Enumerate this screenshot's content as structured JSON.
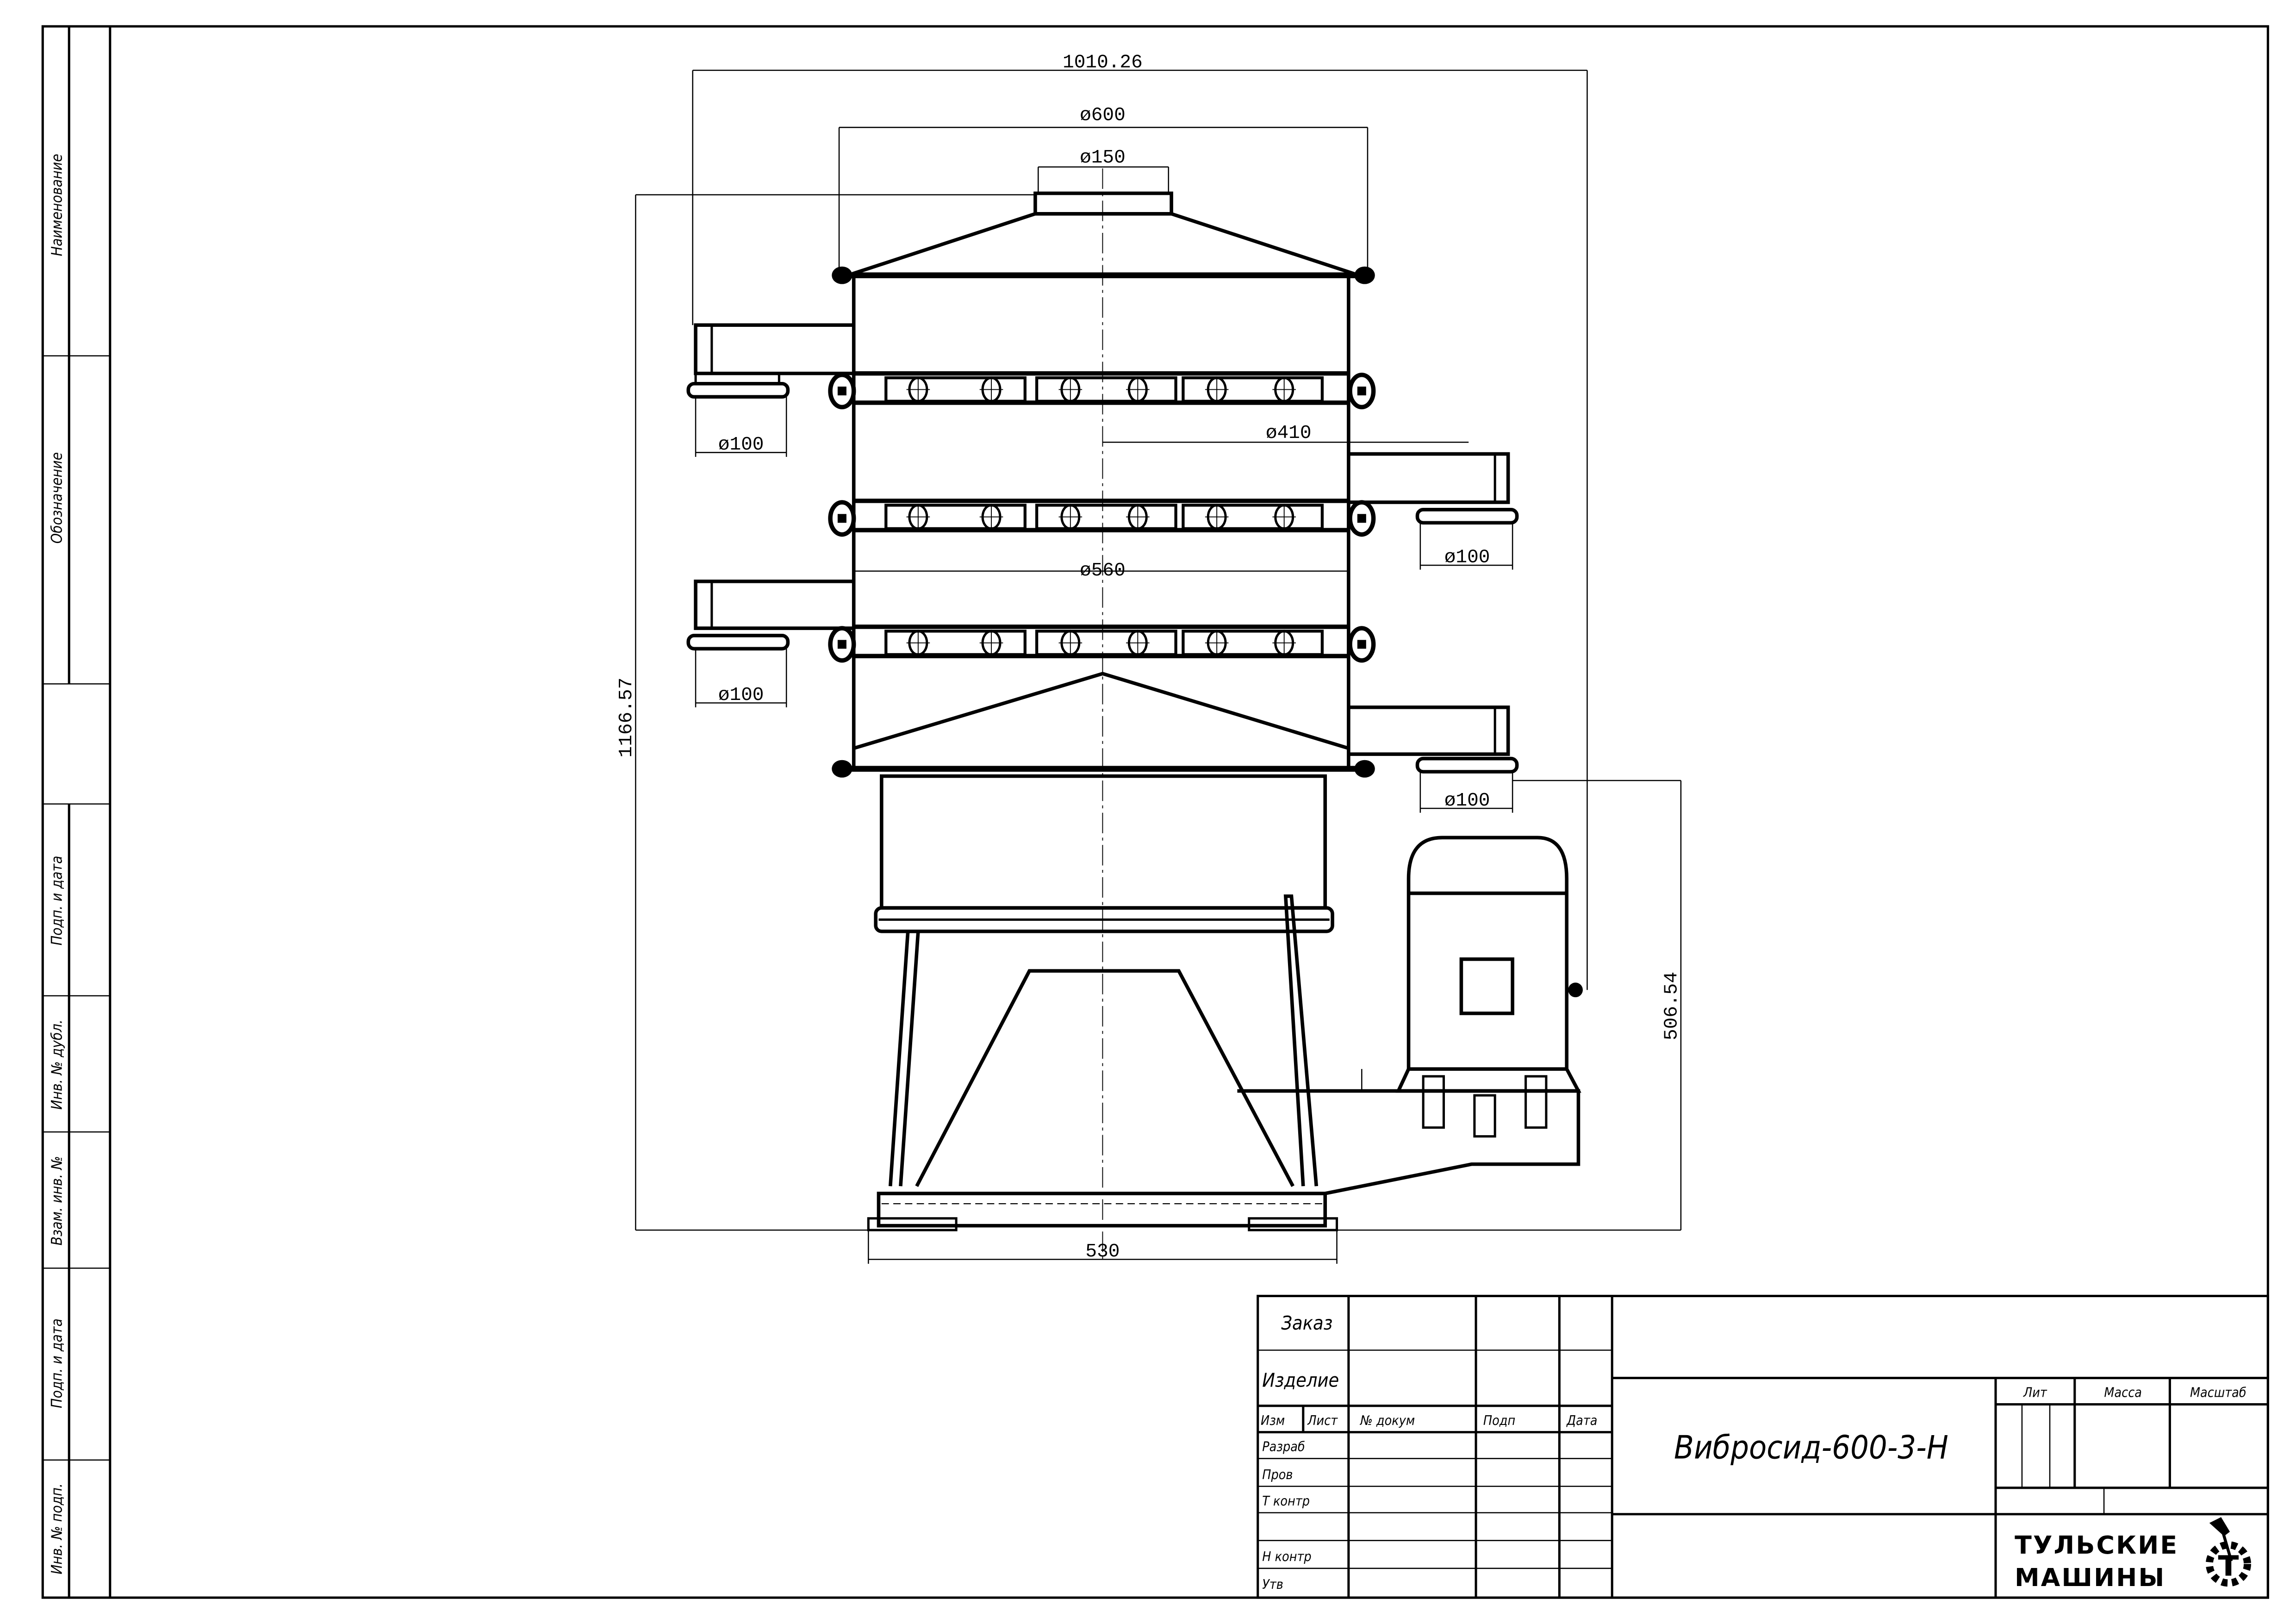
{
  "drawing": {
    "title": "Вибросид-600-3-Н",
    "company": [
      "ТУЛЬСКИЕ",
      "МАШИНЫ"
    ],
    "dimensions": {
      "overall_width": "1010.26",
      "top_diameter": "ø600",
      "inlet_diameter": "ø150",
      "outlet_left_1": "ø100",
      "outlet_right_1": "ø100",
      "outlet_left_2": "ø100",
      "outlet_right_2": "ø100",
      "outlet_offset": "ø410",
      "inner_diameter": "ø560",
      "overall_height": "1166.57",
      "motor_height": "506.54",
      "base_width": "530"
    }
  },
  "side_stamp": {
    "top": [
      "Наименование",
      "Обозначение"
    ],
    "bottom": [
      "Подп. и дата",
      "Инв. № дубл.",
      "Взам. инв. №",
      "Подп. и дата",
      "Инв. № подп."
    ]
  },
  "title_block": {
    "order_label": "Заказ",
    "product_label": "Изделие",
    "headers": [
      "Изм",
      "Лист",
      "№ докум",
      "Подп",
      "Дата"
    ],
    "roles": [
      "Разраб",
      "Пров",
      "Т контр",
      "",
      "Н контр",
      "Утв"
    ],
    "lit_label": "Лит",
    "mass_label": "Масса",
    "scale_label": "Масштаб"
  }
}
